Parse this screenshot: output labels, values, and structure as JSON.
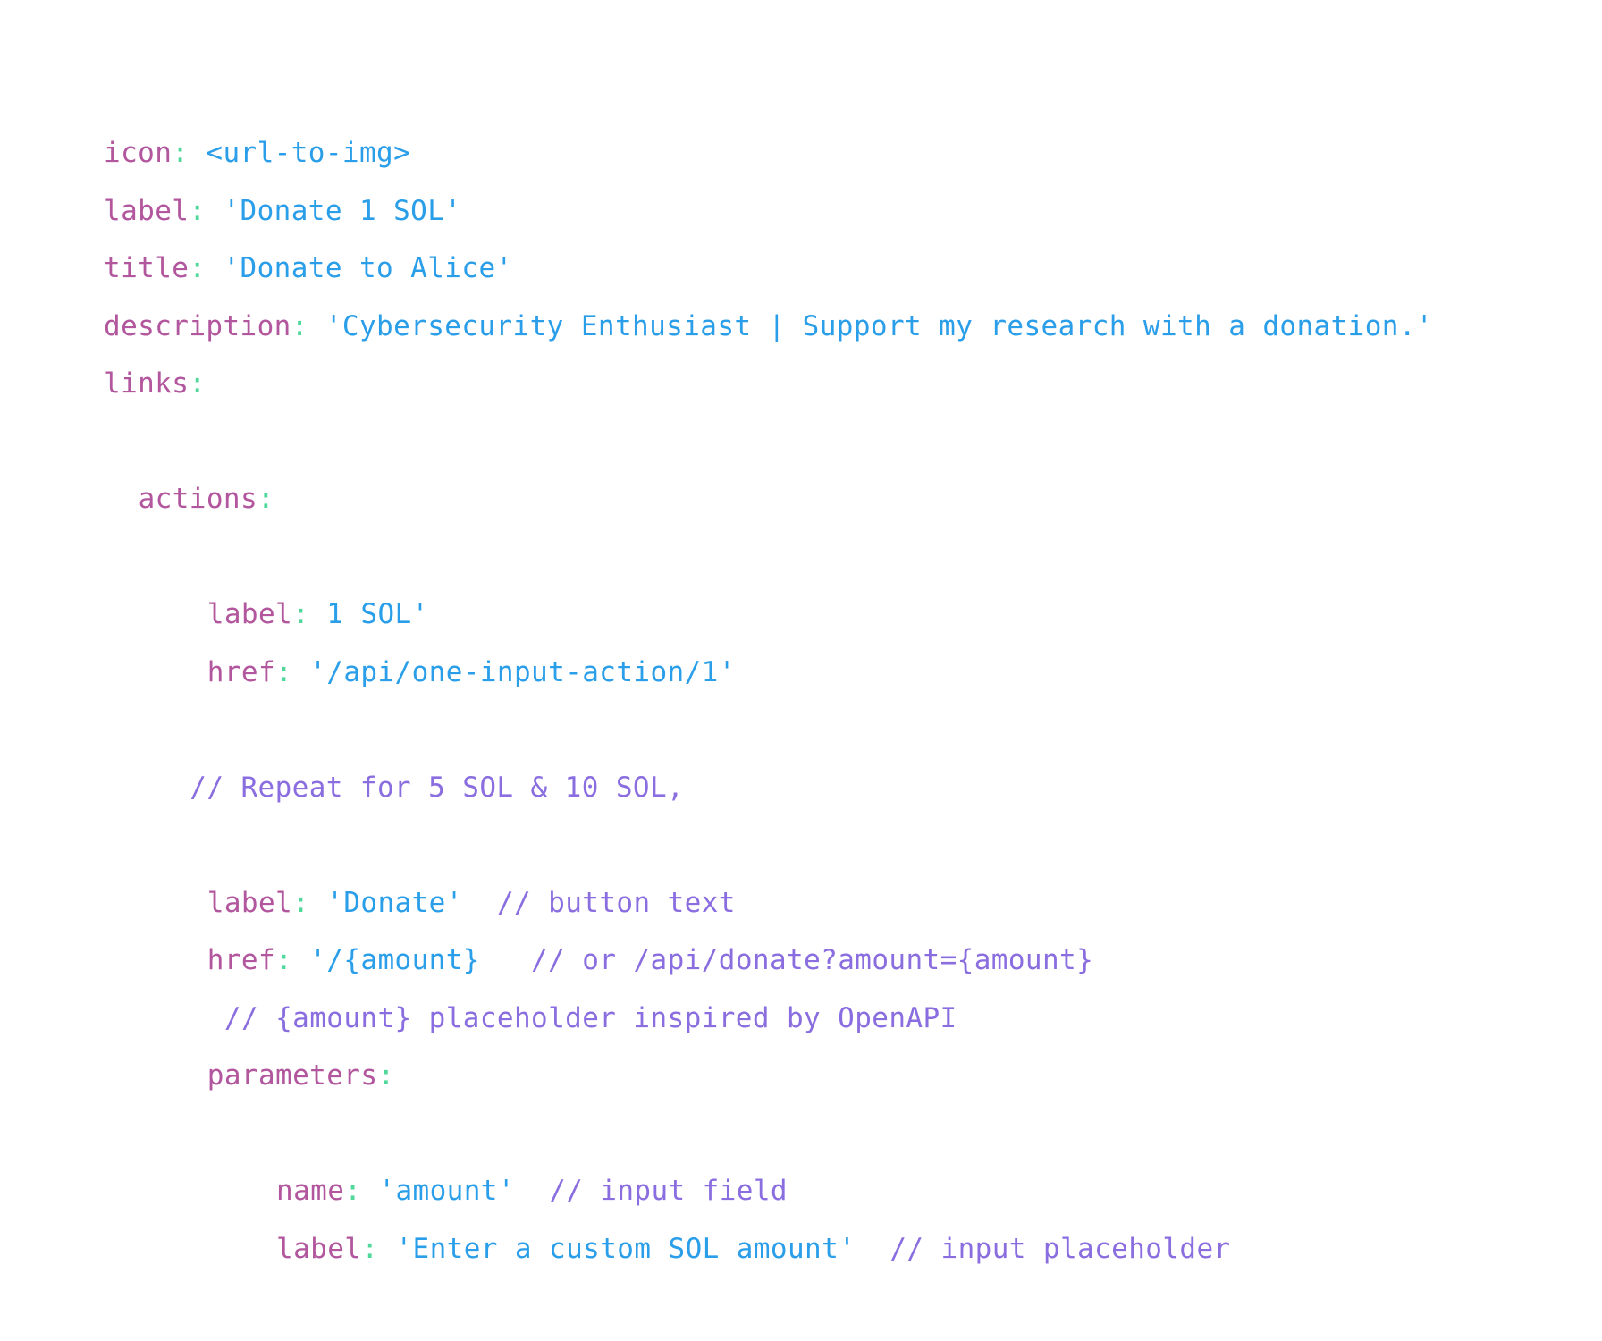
{
  "lines": [
    {
      "indent": 0,
      "key": "icon",
      "colon": ":",
      "value": "<url-to-img>",
      "comment": ""
    },
    {
      "indent": 0,
      "key": "label",
      "colon": ":",
      "value": "'Donate 1 SOL'",
      "comment": ""
    },
    {
      "indent": 0,
      "key": "title",
      "colon": ":",
      "value": "'Donate to Alice'",
      "comment": ""
    },
    {
      "indent": 0,
      "key": "description",
      "colon": ":",
      "value": "'Cybersecurity Enthusiast | Support my research with a donation.'",
      "comment": ""
    },
    {
      "indent": 0,
      "key": "links",
      "colon": ":",
      "value": "",
      "comment": ""
    },
    {
      "blank": true
    },
    {
      "indent": 2,
      "key": "actions",
      "colon": ":",
      "value": "",
      "comment": ""
    },
    {
      "blank": true
    },
    {
      "indent": 6,
      "key": "label",
      "colon": ":",
      "value": "1 SOL'",
      "comment": ""
    },
    {
      "indent": 6,
      "key": "href",
      "colon": ":",
      "value": "'/api/one-input-action/1'",
      "comment": ""
    },
    {
      "blank": true
    },
    {
      "indent": 4,
      "key": "",
      "colon": "",
      "value": "",
      "comment": "// Repeat for 5 SOL & 10 SOL,"
    },
    {
      "blank": true
    },
    {
      "indent": 6,
      "key": "label",
      "colon": ":",
      "value": "'Donate'",
      "comment": "// button text"
    },
    {
      "indent": 6,
      "key": "href",
      "colon": ":",
      "value": "'/{amount}",
      "comment": "// or /api/donate?amount={amount}"
    },
    {
      "indent": 6,
      "key": "",
      "colon": "",
      "value": "",
      "comment": "// {amount} placeholder inspired by OpenAPI"
    },
    {
      "indent": 6,
      "key": "parameters",
      "colon": ":",
      "value": "",
      "comment": ""
    },
    {
      "blank": true
    },
    {
      "indent": 10,
      "key": "name",
      "colon": ":",
      "value": "'amount'",
      "comment": "// input field"
    },
    {
      "indent": 10,
      "key": "label",
      "colon": ":",
      "value": "'Enter a custom SOL amount'",
      "comment": "// input placeholder"
    }
  ],
  "colors": {
    "key": "#b2579e",
    "punctuation": "#4fd89a",
    "string": "#2a9ee8",
    "comment": "#8a6ee0"
  }
}
